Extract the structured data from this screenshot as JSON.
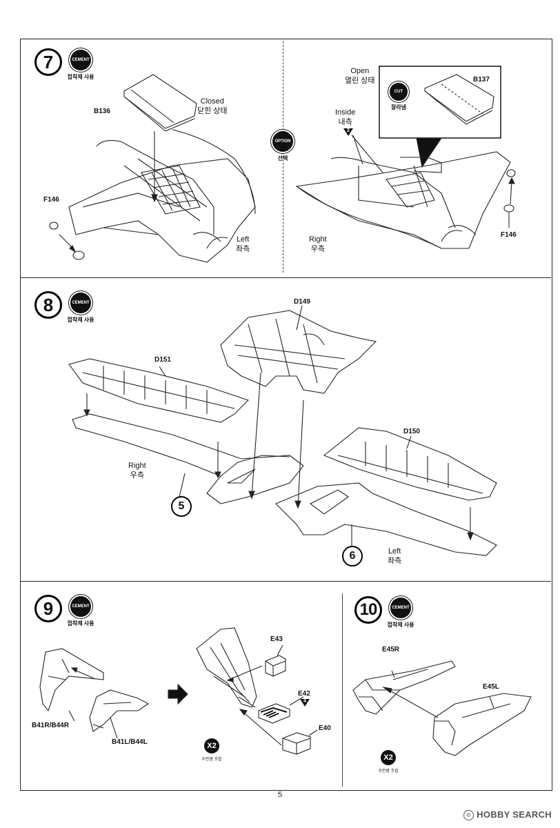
{
  "page_number": "5",
  "watermark": "HOBBY SEARCH",
  "watermark_mark": "©",
  "steps": {
    "s7": {
      "number": "7",
      "badge": "CEMENT",
      "badge_sub": "접착제 사용",
      "option_badge": "OPTION",
      "option_sub": "선택",
      "labels": {
        "b136": "B136",
        "closed": "Closed",
        "closed_kr": "닫힌 상태",
        "f146_left": "F146",
        "left": "Left",
        "left_kr": "좌측",
        "open": "Open",
        "open_kr": "열린 상태",
        "inside": "Inside",
        "inside_kr": "내측",
        "inside_ref": "2",
        "cut": "CUT",
        "cut_sub": "잘라냄",
        "b137": "B137",
        "right": "Right",
        "right_kr": "우측",
        "f146_right": "F146"
      }
    },
    "s8": {
      "number": "8",
      "badge": "CEMENT",
      "badge_sub": "접착제 사용",
      "labels": {
        "d149": "D149",
        "d151": "D151",
        "d150": "D150",
        "right": "Right",
        "right_kr": "우측",
        "left": "Left",
        "left_kr": "좌측",
        "ref5": "5",
        "ref6": "6"
      }
    },
    "s9": {
      "number": "9",
      "badge": "CEMENT",
      "badge_sub": "접착제 사용",
      "labels": {
        "b41r": "B41R/B44R",
        "b41l": "B41L/B44L",
        "e43": "E43",
        "e42": "E42",
        "e42_ref": "4",
        "e40": "E40",
        "x2": "X2",
        "x2_sub": "수만큼 조립"
      }
    },
    "s10": {
      "number": "10",
      "badge": "CEMENT",
      "badge_sub": "접착제 사용",
      "labels": {
        "e45r": "E45R",
        "e45l": "E45L",
        "x2": "X2",
        "x2_sub": "수만큼 조립"
      }
    }
  }
}
